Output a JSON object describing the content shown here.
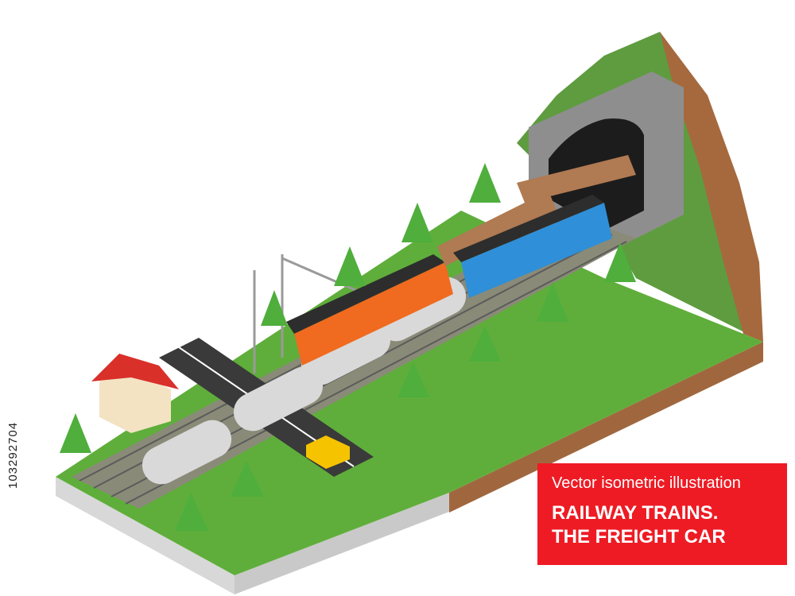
{
  "caption": {
    "subtitle": "Vector isometric illustration",
    "title_line1": "RAILWAY TRAINS.",
    "title_line2": "THE FREIGHT CAR"
  },
  "side_id": "103292704",
  "colors": {
    "grass": "#5fae3b",
    "soil": "#a0673e",
    "hill": "#5e9c3f",
    "tunnel_stone": "#8e8e8e",
    "caption_bg": "#ee1b24",
    "locomotive_orange": "#f06a1f",
    "locomotive_blue": "#2f8fd8",
    "tank_car": "#d9d9d9",
    "car_yellow": "#f5c300",
    "house_roof": "#d9302a"
  }
}
